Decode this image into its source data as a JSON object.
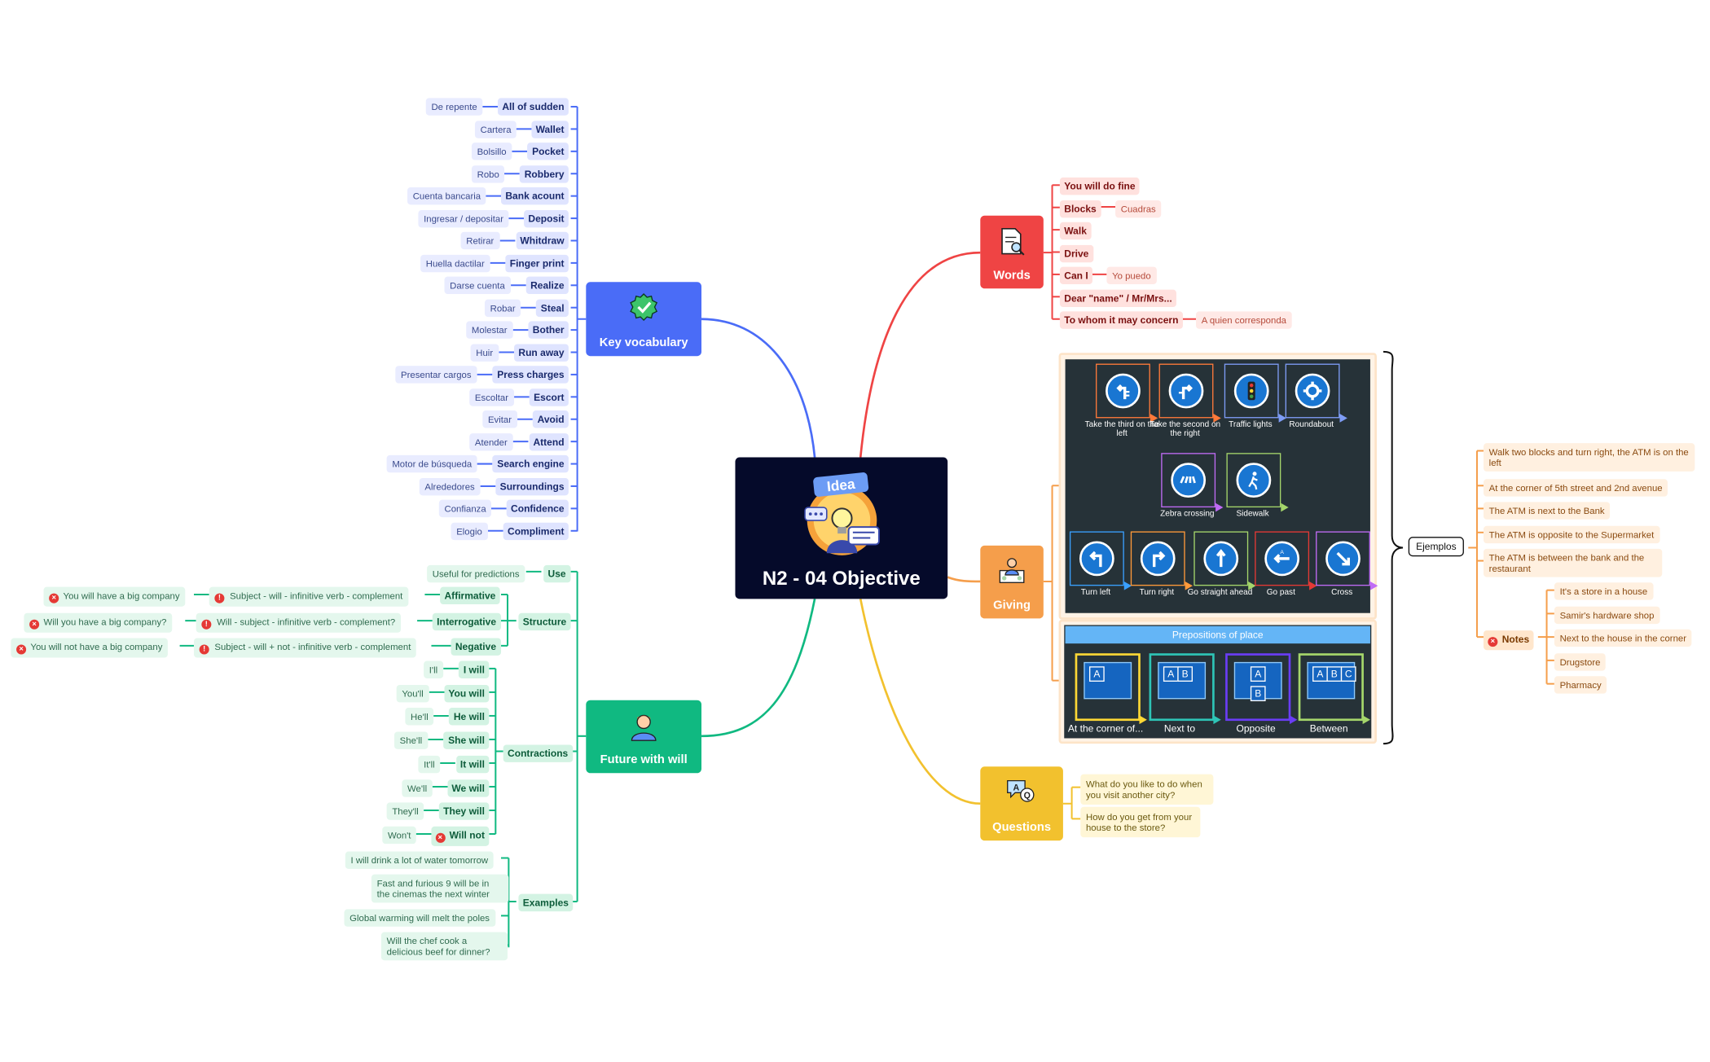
{
  "center": {
    "title": "N2 - 04 Objective",
    "icon": "idea-lightbulb-person-icon"
  },
  "colors": {
    "vocab": "#4a6cf7",
    "future": "#10b981",
    "words": "#ef4444",
    "giving": "#f59e4b",
    "questions": "#f2c12e",
    "center": "#050a2a"
  },
  "vocabulary": {
    "label": "Key vocabulary",
    "icon": "check-badge-icon",
    "items": [
      {
        "en": "All of sudden",
        "es": "De repente"
      },
      {
        "en": "Wallet",
        "es": "Cartera"
      },
      {
        "en": "Pocket",
        "es": "Bolsillo"
      },
      {
        "en": "Robbery",
        "es": "Robo"
      },
      {
        "en": "Bank acount",
        "es": "Cuenta bancaria"
      },
      {
        "en": "Deposit",
        "es": "Ingresar / depositar"
      },
      {
        "en": "Whitdraw",
        "es": "Retirar"
      },
      {
        "en": "Finger print",
        "es": "Huella dactilar"
      },
      {
        "en": "Realize",
        "es": "Darse cuenta"
      },
      {
        "en": "Steal",
        "es": "Robar"
      },
      {
        "en": "Bother",
        "es": "Molestar"
      },
      {
        "en": "Run away",
        "es": "Huir"
      },
      {
        "en": "Press charges",
        "es": "Presentar cargos"
      },
      {
        "en": "Escort",
        "es": "Escoltar"
      },
      {
        "en": "Avoid",
        "es": "Evitar"
      },
      {
        "en": "Attend",
        "es": "Atender"
      },
      {
        "en": "Search engine",
        "es": "Motor de búsqueda"
      },
      {
        "en": "Surroundings",
        "es": "Alrededores"
      },
      {
        "en": "Confidence",
        "es": "Confianza"
      },
      {
        "en": "Compliment",
        "es": "Elogio"
      }
    ]
  },
  "future": {
    "label": "Future with will",
    "icon": "student-avatar-icon",
    "use": {
      "label": "Use",
      "value": "Useful for predictions"
    },
    "structure": {
      "label": "Structure",
      "rows": [
        {
          "type": "Affirmative",
          "formula": "Subject - will - infinitive verb - complement",
          "example": "You will have a big company"
        },
        {
          "type": "Interrogative",
          "formula": "Will - subject - infinitive verb - complement?",
          "example": "Will you have a big company?"
        },
        {
          "type": "Negative",
          "formula": "Subject - will + not - infinitive verb - complement",
          "example": "You will not have a big company"
        }
      ]
    },
    "contractions": {
      "label": "Contractions",
      "rows": [
        {
          "full": "I will",
          "short": "I'll"
        },
        {
          "full": "You will",
          "short": "You'll"
        },
        {
          "full": "He will",
          "short": "He'll"
        },
        {
          "full": "She will",
          "short": "She'll"
        },
        {
          "full": "It will",
          "short": "It'll"
        },
        {
          "full": "We will",
          "short": "We'll"
        },
        {
          "full": "They will",
          "short": "They'll"
        },
        {
          "full": "Will not",
          "short": "Won't"
        }
      ]
    },
    "examples": {
      "label": "Examples",
      "items": [
        "I will drink a lot of water tomorrow",
        "Fast and furious 9 will be in the cinemas the next winter",
        "Global warming will melt the poles",
        "Will the chef cook a delicious beef for dinner?"
      ]
    }
  },
  "words": {
    "label": "Words",
    "icon": "document-search-icon",
    "items": [
      {
        "en": "You will do fine",
        "es": ""
      },
      {
        "en": "Blocks",
        "es": "Cuadras"
      },
      {
        "en": "Walk",
        "es": ""
      },
      {
        "en": "Drive",
        "es": ""
      },
      {
        "en": "Can I",
        "es": "Yo puedo"
      },
      {
        "en": "Dear \"name\" / Mr/Mrs...",
        "es": ""
      },
      {
        "en": "To whom it may concern",
        "es": "A quien corresponda"
      }
    ]
  },
  "giving": {
    "label": "Giving",
    "icon": "presenter-icon",
    "signs_row1": [
      {
        "caption": "Take the third on the left",
        "icon": "third-left-arrow-icon"
      },
      {
        "caption": "Take the second on the right",
        "icon": "second-right-arrow-icon"
      },
      {
        "caption": "Traffic lights",
        "icon": "traffic-light-icon"
      },
      {
        "caption": "Roundabout",
        "icon": "roundabout-icon"
      }
    ],
    "signs_row2": [
      {
        "caption": "Zebra crossing",
        "icon": "zebra-crossing-icon"
      },
      {
        "caption": "Sidewalk",
        "icon": "pedestrian-icon"
      }
    ],
    "signs_row3": [
      {
        "caption": "Turn left",
        "icon": "turn-left-icon"
      },
      {
        "caption": "Turn right",
        "icon": "turn-right-icon"
      },
      {
        "caption": "Go straight ahead",
        "icon": "straight-arrow-icon"
      },
      {
        "caption": "Go past",
        "icon": "go-past-icon"
      },
      {
        "caption": "Cross",
        "icon": "cross-arrow-icon"
      }
    ],
    "prepositions": {
      "title": "Prepositions of place",
      "items": [
        {
          "caption": "At the corner of...",
          "letters": [
            "A"
          ]
        },
        {
          "caption": "Next to",
          "letters": [
            "A",
            "B"
          ]
        },
        {
          "caption": "Opposite",
          "letters": [
            "A",
            "B"
          ]
        },
        {
          "caption": "Between",
          "letters": [
            "A",
            "B",
            "C"
          ]
        }
      ]
    },
    "ejemplos": {
      "label": "Ejemplos",
      "items": [
        "Walk two blocks and turn right, the ATM is on the left",
        "At the corner of 5th street and 2nd avenue",
        "The ATM is next to the Bank",
        "The ATM is opposite to the Supermarket",
        "The ATM is between the bank and the restaurant"
      ],
      "notes": {
        "label": "Notes",
        "items": [
          "It's a store in a house",
          "Samir's hardware shop",
          "Next to the house in the corner",
          "Drugstore",
          "Pharmacy"
        ]
      }
    }
  },
  "questions": {
    "label": "Questions",
    "icon": "speech-bubbles-icon",
    "items": [
      "What do you like to do when you visit another city?",
      "How do you get from your house to the store?"
    ]
  }
}
